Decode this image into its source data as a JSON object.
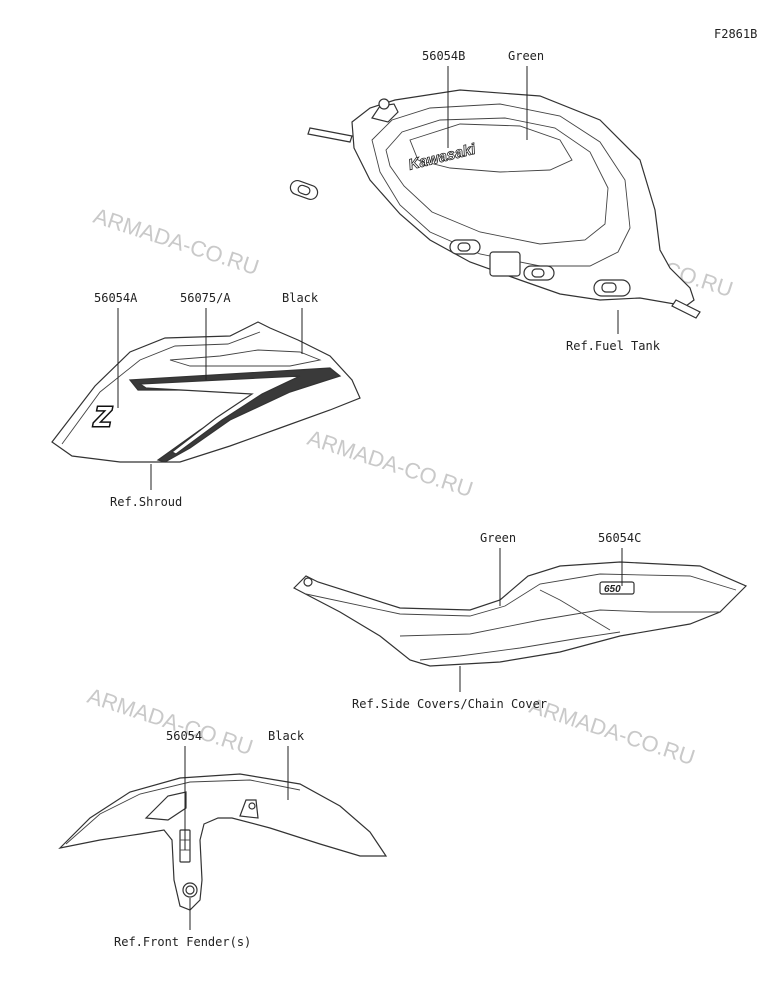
{
  "figure_code": "F2861B",
  "watermark": "ARMADA-CO.RU",
  "groups": {
    "fuel_tank": {
      "part_number": "56054B",
      "color": "Green",
      "ref": "Ref.Fuel Tank",
      "logo_text": "Kawasaki"
    },
    "shroud": {
      "part_number_a": "56054A",
      "part_number_b": "56075/A",
      "color": "Black",
      "ref": "Ref.Shroud",
      "logo_text": "Z"
    },
    "side_covers": {
      "part_number": "56054C",
      "color": "Green",
      "ref": "Ref.Side Covers/Chain Cover",
      "logo_text": "650"
    },
    "front_fender": {
      "part_number": "56054",
      "color": "Black",
      "ref": "Ref.Front Fender(s)"
    }
  }
}
